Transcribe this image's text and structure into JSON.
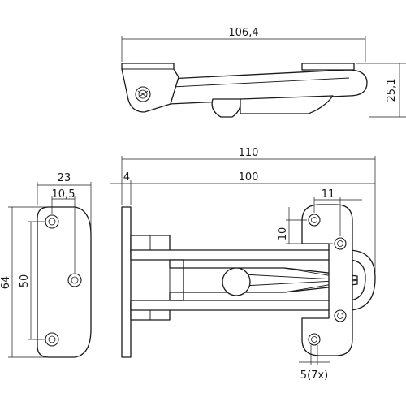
{
  "colors": {
    "line": "#1a1a1a",
    "background": "#ffffff"
  },
  "dimensions": {
    "top_length": "106,4",
    "top_height": "25,1",
    "total_length": "110",
    "plate_thickness": "4",
    "arm_length": "100",
    "plate_width": "23",
    "hole_offset": "10,5",
    "plate_height": "64",
    "hole_spacing": "50",
    "keeper_hole_offset": "11",
    "keeper_hole_pitch": "10",
    "keeper_hole_size": "5(7x)"
  }
}
